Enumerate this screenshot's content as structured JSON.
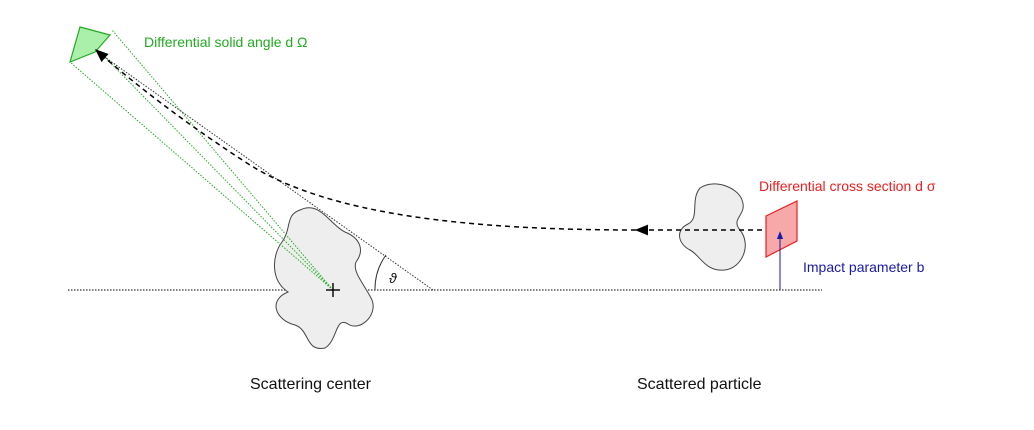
{
  "labels": {
    "solid_angle": "Differential solid angle d Ω",
    "cross_section": "Differential cross section d σ",
    "impact_parameter": "Impact parameter b",
    "scattering_center": "Scattering center",
    "scattered_particle": "Scattered particle",
    "theta": "ϑ"
  },
  "colors": {
    "solid_angle": "#22aa22",
    "solid_angle_fill": "#aaf0aa",
    "cross_section": "#e82020",
    "cross_section_fill": "#f7a8a8",
    "impact_parameter": "#1a1aa8",
    "text": "#111111",
    "blob_fill": "#eeeeee"
  }
}
